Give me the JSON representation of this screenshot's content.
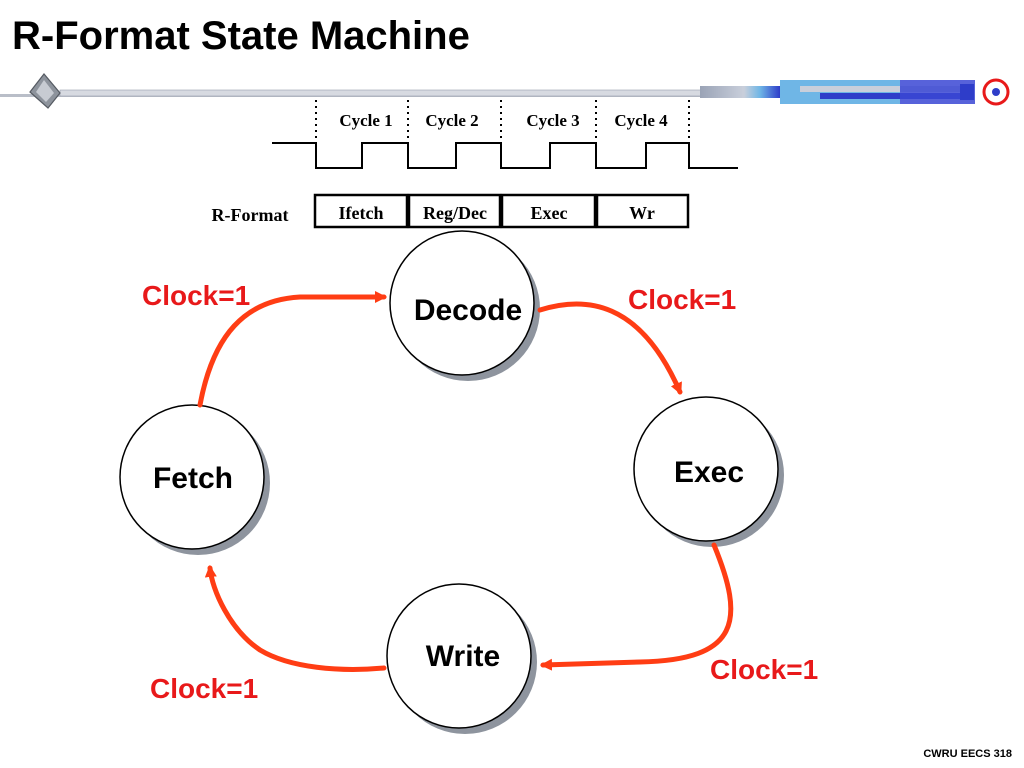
{
  "title": "R-Format State Machine",
  "footer": "CWRU EECS 318",
  "timing": {
    "cycles": [
      "Cycle 1",
      "Cycle 2",
      "Cycle 3",
      "Cycle 4"
    ],
    "row_label": "R-Format",
    "stages": [
      "Ifetch",
      "Reg/Dec",
      "Exec",
      "Wr"
    ]
  },
  "states": {
    "decode": "Decode",
    "exec": "Exec",
    "write": "Write",
    "fetch": "Fetch"
  },
  "transitions": {
    "fetch_to_decode": "Clock=1",
    "decode_to_exec": "Clock=1",
    "exec_to_write": "Clock=1",
    "write_to_fetch": "Clock=1"
  },
  "colors": {
    "arrow": "#ff3d14",
    "label": "#e8191a",
    "header_bar": "#2e3dc9"
  }
}
